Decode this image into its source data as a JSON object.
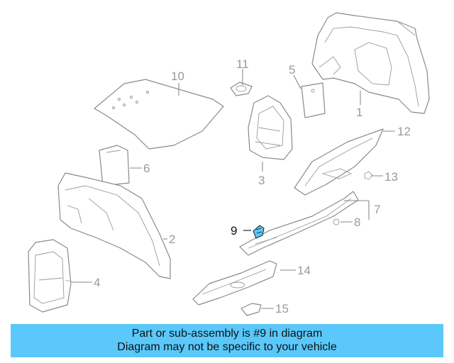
{
  "diagram": {
    "callouts": [
      "1",
      "2",
      "3",
      "4",
      "5",
      "6",
      "7",
      "8",
      "9",
      "10",
      "11",
      "12",
      "13",
      "14",
      "15"
    ],
    "highlight_part": "9",
    "colors": {
      "outline": "#8a8a8a",
      "label": "#9a9a9a",
      "highlight": "#5ac8fa",
      "banner": "#5ac8fa"
    }
  },
  "banner": {
    "line1": "Part or sub-assembly is #9 in diagram",
    "line2": "Diagram may not be specific to your vehicle"
  }
}
